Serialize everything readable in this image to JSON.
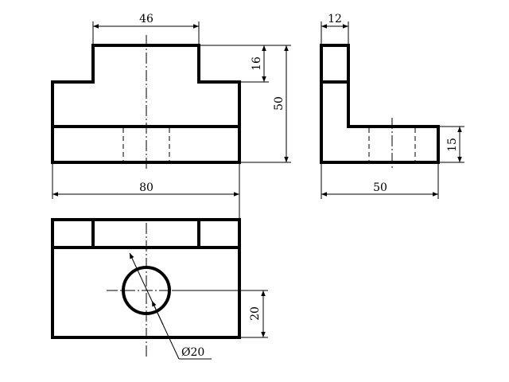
{
  "drawing": {
    "dimensions": {
      "front_top_width": "46",
      "front_step_height": "16",
      "front_total_height": "50",
      "front_total_width": "80",
      "side_wall_thickness": "12",
      "side_base_height": "15",
      "side_total_width": "50",
      "top_hole_offset": "20",
      "hole_diameter": "Ø20"
    },
    "colors": {
      "line": "#000000",
      "background": "#ffffff"
    }
  }
}
